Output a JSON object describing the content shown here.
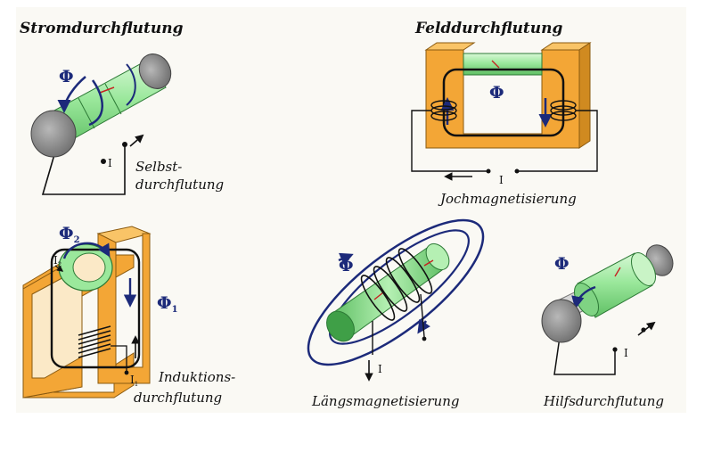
{
  "headings": {
    "left": "Stromdurchflutung",
    "right": "Felddurchflutung"
  },
  "diagrams": {
    "selbst": {
      "caption_line1": "Selbst-",
      "caption_line2": "durchflutung",
      "flux": "Φ",
      "current": "I"
    },
    "joch": {
      "caption": "Jochmagnetisierung",
      "flux": "Φ",
      "current": "I"
    },
    "induktion": {
      "caption_line1": "Induktions-",
      "caption_line2": "durchflutung",
      "flux1": "Φ",
      "flux1_sub": "1",
      "flux2": "Φ",
      "flux2_sub": "2",
      "current1": "I",
      "current1_sub": "1",
      "current2": "I",
      "current2_sub": "2"
    },
    "laengs": {
      "caption": "Längsmagnetisierung",
      "flux": "Φ",
      "current": "I"
    },
    "hilfs": {
      "caption": "Hilfsdurchflutung",
      "flux": "Φ",
      "current": "I"
    }
  },
  "colors": {
    "rod_green": "#9be89c",
    "yoke_orange": "#f3a636",
    "flux_blue": "#1c2a7a",
    "end_grey": "#8c8c8c"
  }
}
